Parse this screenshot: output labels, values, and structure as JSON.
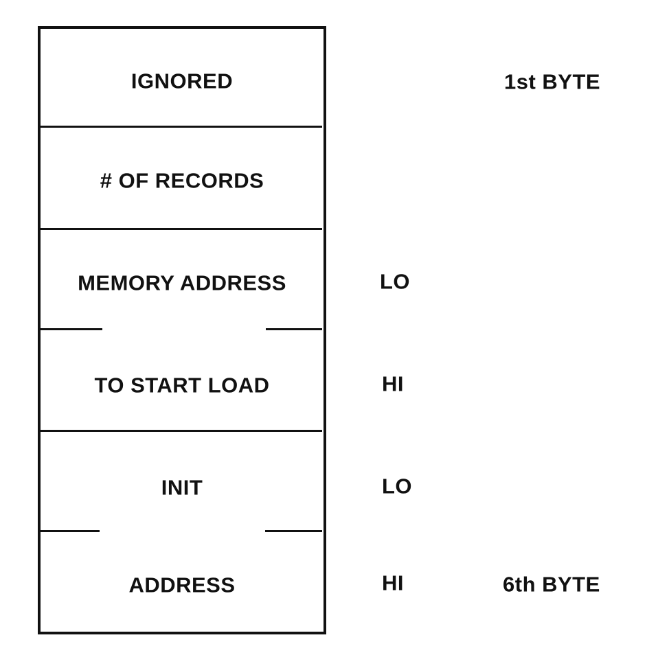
{
  "fields": [
    {
      "label": "IGNORED"
    },
    {
      "label": "# OF RECORDS"
    },
    {
      "label": "MEMORY ADDRESS"
    },
    {
      "label": "TO START LOAD"
    },
    {
      "label": "INIT"
    },
    {
      "label": "ADDRESS"
    }
  ],
  "byte_order": {
    "lo1": "LO",
    "hi1": "HI",
    "lo2": "LO",
    "hi2": "HI"
  },
  "byte_markers": {
    "first": "1st BYTE",
    "last": "6th BYTE"
  }
}
